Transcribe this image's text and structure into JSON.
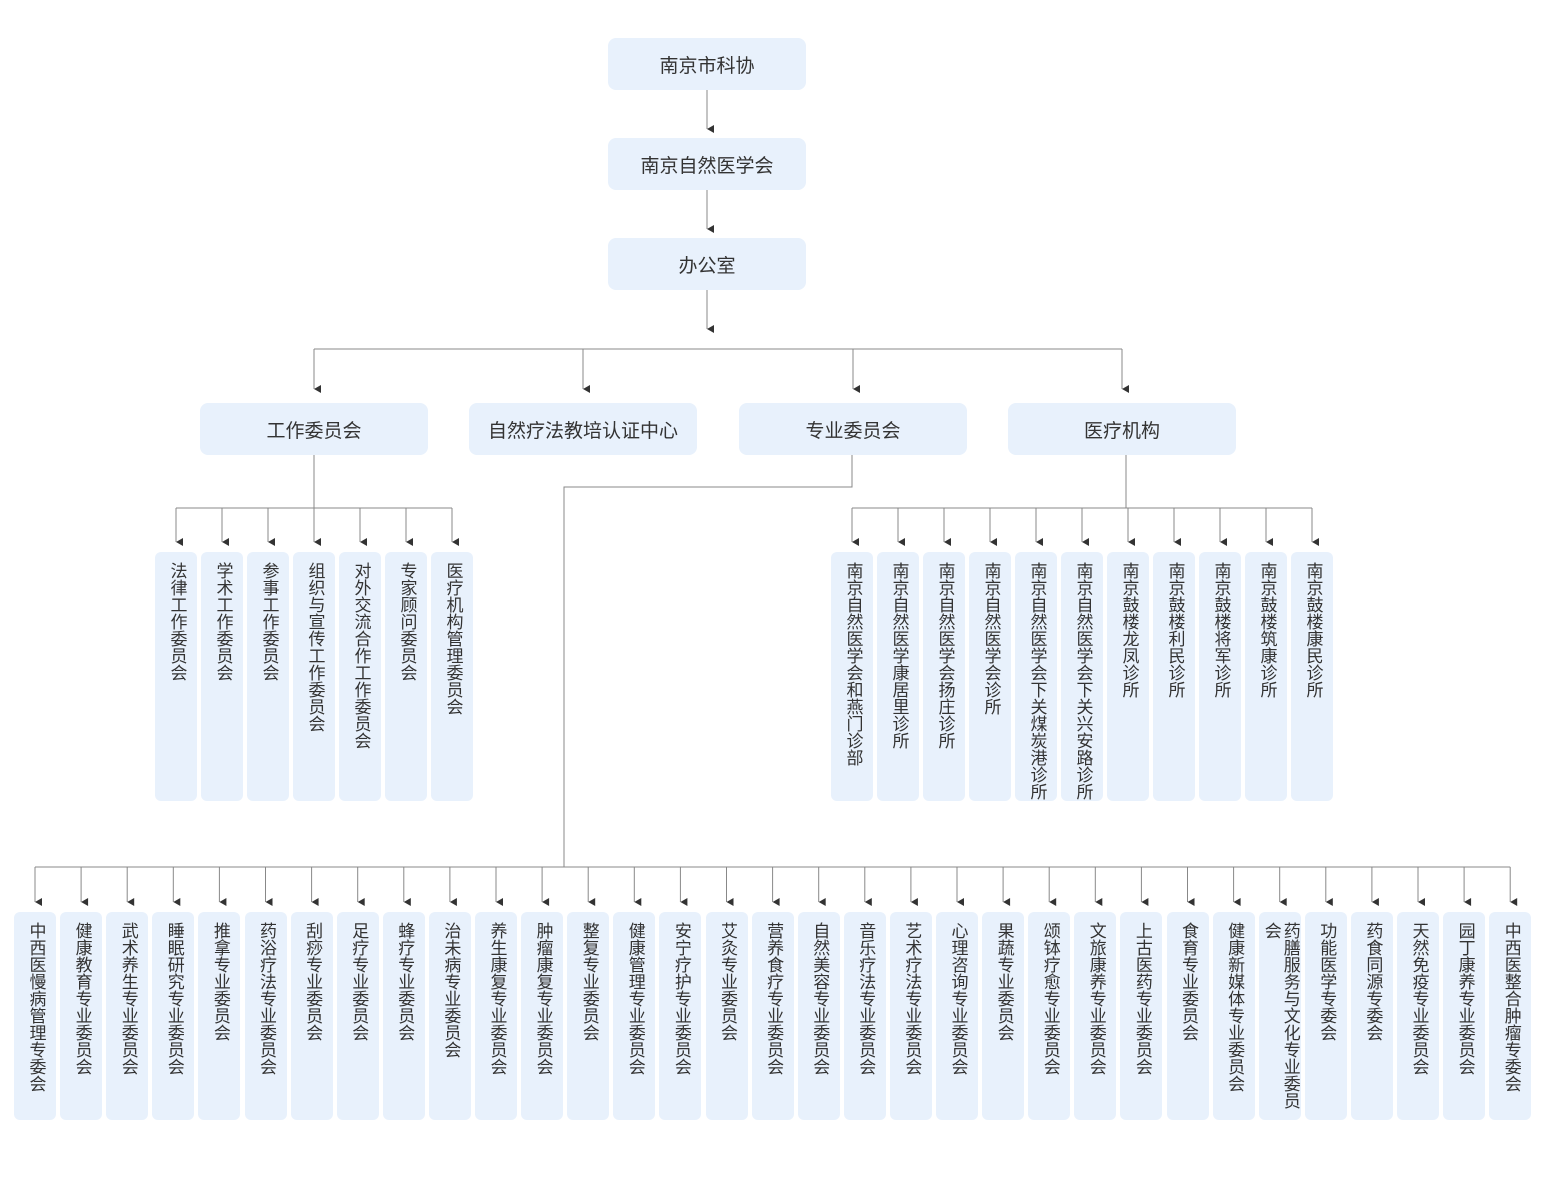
{
  "root": "南京市科协",
  "level2": "南京自然医学会",
  "level3": "办公室",
  "departments": [
    "工作委员会",
    "自然疗法教培认证中心",
    "专业委员会",
    "医疗机构"
  ],
  "work_committees": [
    "法律工作委员会",
    "学术工作委员会",
    "参事工作委员会",
    "组织与宣传工作委员会",
    "对外交流合作工作委员会",
    "专家顾问委员会",
    "医疗机构管理委员会"
  ],
  "medical_institutions": [
    "南京自然医学会和燕门诊部",
    "南京自然医学康居里诊所",
    "南京自然医学会扬庄诊所",
    "南京自然医学会诊所",
    "南京自然医学会下关煤炭港诊所",
    "南京自然医学会下关兴安路诊所",
    "南京鼓楼龙凤诊所",
    "南京鼓楼利民诊所",
    "南京鼓楼将军诊所",
    "南京鼓楼筑康诊所",
    "南京鼓楼康民诊所"
  ],
  "professional_committees": [
    "中西医慢病管理专委会",
    "健康教育专业委员会",
    "武术养生专业委员会",
    "睡眠研究专业委员会",
    "推拿专业委员会",
    "药浴疗法专业委员会",
    "刮痧专业委员会",
    "足疗专业委员会",
    "蜂疗专业委员会",
    "治未病专业委员会",
    "养生康复专业委员会",
    "肿瘤康复专业委员会",
    "整复专业委员会",
    "健康管理专业委员会",
    "安宁疗护专业委员会",
    "艾灸专业委员会",
    "营养食疗专业委员会",
    "自然美容专业委员会",
    "音乐疗法专业委员会",
    "艺术疗法专业委员会",
    "心理咨询专业委员会",
    "果蔬专业委员会",
    "颂钵疗愈专业委员会",
    "文旅康养专业委员会",
    "上古医药专业委员会",
    "食育专业委员会",
    "健康新媒体专业委员会",
    "药膳服务与文化专业委员会",
    "功能医学专委会",
    "药食同源专委会",
    "天然免疫专业委员会",
    "园丁康养专业委员会",
    "中西医整合肿瘤专委会"
  ],
  "colors": {
    "box_fill": "#e8f1fc",
    "line": "#888888",
    "arrow": "#333333",
    "text": "#333333"
  }
}
